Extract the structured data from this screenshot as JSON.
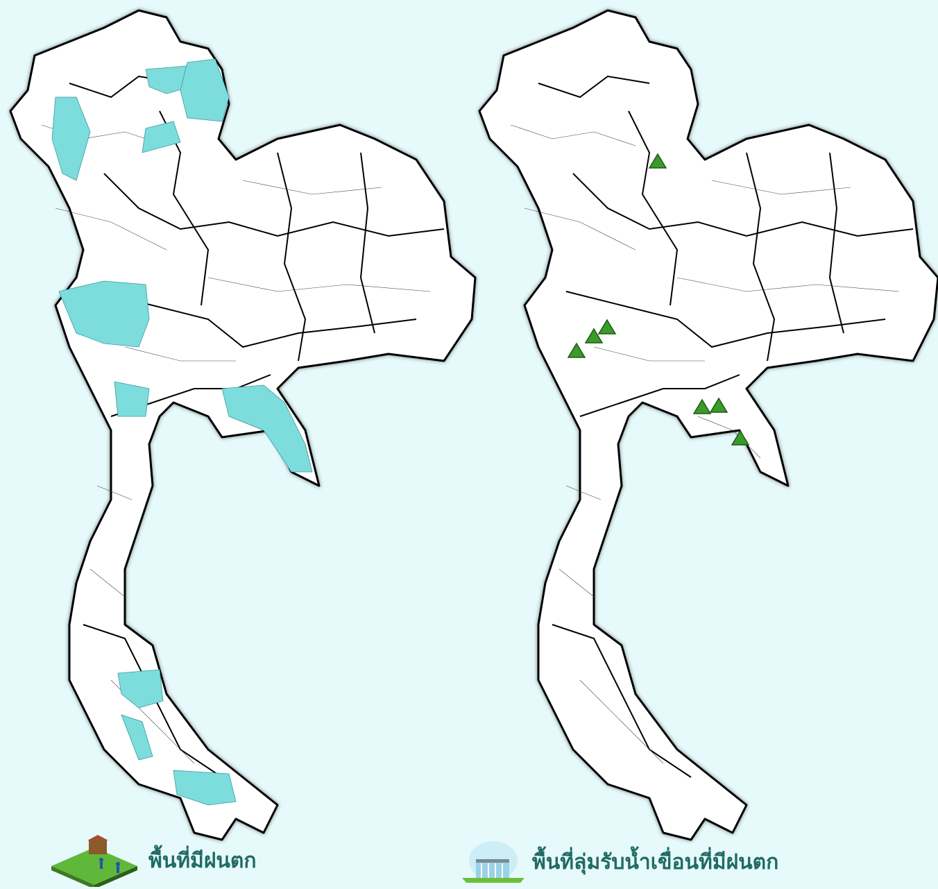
{
  "legend_left": {
    "label": "พื้นที่มีฝนตก",
    "icon": "farmer-field-icon"
  },
  "legend_right": {
    "label": "พื้นที่ลุ่มรับน้ำเขื่อนที่มีฝนตก",
    "icon": "dam-icon"
  },
  "colors": {
    "background": "#e6f9fb",
    "rain_area": "#7ddcdc",
    "dam_marker": "#3a9a2a",
    "label_text": "#1f6b63"
  },
  "dam_markers_count": 7
}
